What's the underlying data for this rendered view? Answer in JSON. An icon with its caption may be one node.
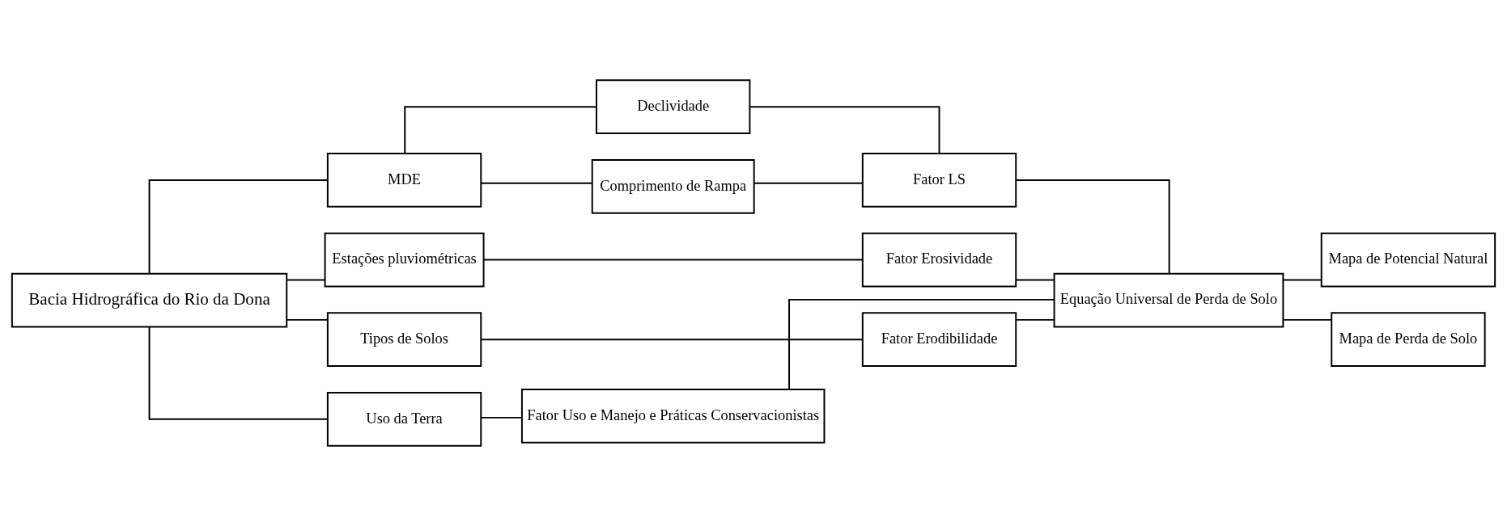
{
  "diagram": {
    "nodes": [
      {
        "text": [
          "Bacia Hidrográfica do Rio da Dona"
        ]
      },
      {
        "text": [
          "MDE"
        ]
      },
      {
        "text": [
          "Estações pluviométricas"
        ]
      },
      {
        "text": [
          "Tipos de Solos"
        ]
      },
      {
        "text": [
          "Uso da Terra"
        ]
      },
      {
        "text": [
          "Declividade"
        ]
      },
      {
        "text": [
          "Comprimento de Rampa"
        ]
      },
      {
        "text": [
          "Fator Erosividade"
        ]
      },
      {
        "text": [
          "Fator Erodibilidade"
        ]
      },
      {
        "text": [
          "Fator Uso e Manejo e Práticas Conservacionistas"
        ]
      },
      {
        "text": [
          "Fator LS"
        ]
      },
      {
        "text": [
          "Equação Universal de Perda de Solo"
        ]
      },
      {
        "text": [
          "Mapa de Potencial Natural"
        ]
      },
      {
        "text": [
          "Mapa de Perda de Solo"
        ]
      }
    ],
    "edges": [
      {
        "from": 0,
        "to": 1,
        "arrow": "none"
      },
      {
        "from": 0,
        "to": 2,
        "arrow": "none"
      },
      {
        "from": 0,
        "to": 3,
        "arrow": "none"
      },
      {
        "from": 0,
        "to": 4,
        "arrow": "none"
      },
      {
        "from": 1,
        "to": 5,
        "arrow": "none"
      },
      {
        "from": 1,
        "to": 6,
        "arrow": "none"
      },
      {
        "from": 5,
        "to": 10,
        "arrow": "none"
      },
      {
        "from": 6,
        "to": 10,
        "arrow": "none"
      },
      {
        "from": 2,
        "to": 7,
        "arrow": "none"
      },
      {
        "from": 3,
        "to": 8,
        "arrow": "none"
      },
      {
        "from": 4,
        "to": 9,
        "arrow": "none"
      },
      {
        "from": 10,
        "to": 11,
        "arrow": "none"
      },
      {
        "from": 7,
        "to": 11,
        "arrow": "none"
      },
      {
        "from": 8,
        "to": 11,
        "arrow": "none"
      },
      {
        "from": 9,
        "to": 11,
        "arrow": "none"
      },
      {
        "from": 11,
        "to": 12,
        "arrow": "none"
      },
      {
        "from": 11,
        "to": 13,
        "arrow": "none"
      }
    ]
  }
}
